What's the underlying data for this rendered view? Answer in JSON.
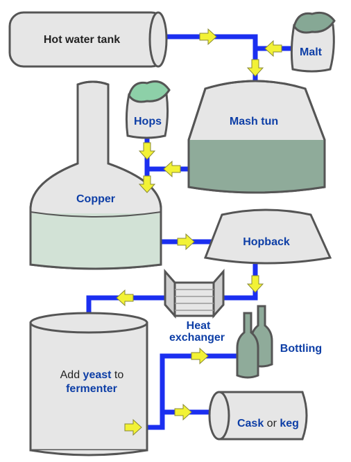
{
  "labels": {
    "hot_water_tank": "Hot water tank",
    "malt": "Malt",
    "hops": "Hops",
    "mash_tun": "Mash tun",
    "copper": "Copper",
    "hopback": "Hopback",
    "heat_exchanger_line1": "Heat",
    "heat_exchanger_line2": "exchanger",
    "bottling": "Bottling",
    "fermenter_add": "Add ",
    "fermenter_yeast": "yeast",
    "fermenter_to": " to",
    "fermenter_word": "fermenter",
    "cask": "Cask",
    "cask_or": " or ",
    "keg": "keg"
  },
  "colors": {
    "pipe": "#1b2ff0",
    "arrow": "#f2f236",
    "vessel_fill": "#e6e6e6",
    "liquid_dark": "#8fab9a",
    "liquid_light": "#d2e2d6",
    "label_blue": "#0d3ea6",
    "label_dark": "#222222"
  }
}
